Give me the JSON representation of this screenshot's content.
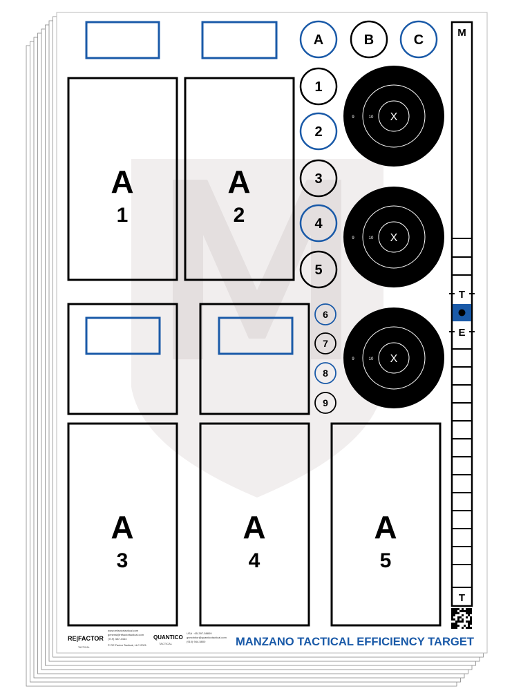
{
  "colors": {
    "blue": "#1a5aa8",
    "black": "#000000",
    "watermark": "#e9e5e5"
  },
  "letters_top": [
    "A",
    "B",
    "C"
  ],
  "letters_top_styles": [
    "blue",
    "black",
    "blue"
  ],
  "numbers_large": [
    "1",
    "2",
    "3",
    "4",
    "5"
  ],
  "numbers_large_styles": [
    "black",
    "blue",
    "black",
    "blue",
    "black"
  ],
  "numbers_small": [
    "6",
    "7",
    "8",
    "9"
  ],
  "numbers_small_styles": [
    "blue",
    "black",
    "blue",
    "black"
  ],
  "bullseye": {
    "center": "X",
    "ring_inner": "10",
    "ring_outer": "9"
  },
  "zones": [
    {
      "letter": "A",
      "number": "1"
    },
    {
      "letter": "A",
      "number": "2"
    },
    {
      "letter": "A",
      "number": "3"
    },
    {
      "letter": "A",
      "number": "4"
    },
    {
      "letter": "A",
      "number": "5"
    }
  ],
  "strip": {
    "top": "M",
    "t_mark": "T",
    "e_mark": "E",
    "bottom": "T"
  },
  "footer": {
    "brand1": "RE|FACTOR",
    "brand1_sub": "TACTICAL",
    "brand1_info": [
      "www.refactortactical.com",
      "general@refactortactical.com",
      "(719) 387-4444",
      "© RE Factor Tactical, LLC 2021"
    ],
    "brand2": "QUANTICO",
    "brand2_sub": "TACTICAL",
    "brand2_info": [
      "USA · 65-397-58809",
      "gsmdnitor@quanticotactical.com",
      "(910) 944-5800"
    ],
    "title": "MANZANO TACTICAL EFFICIENCY TARGET"
  }
}
